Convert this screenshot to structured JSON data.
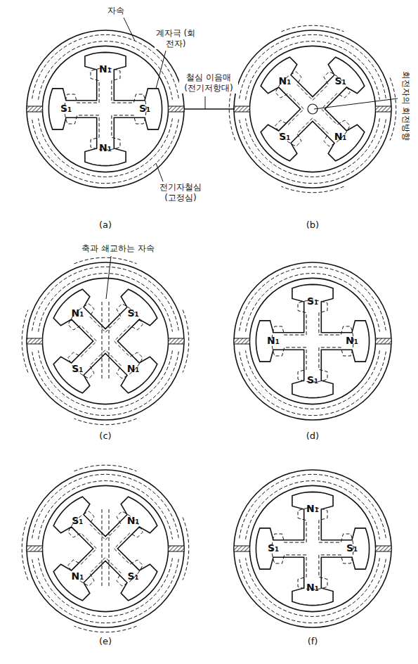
{
  "diagram": {
    "labels": [
      "자속",
      "계자극 (회전자)",
      "철심 이음매 (전기저항대)",
      "전기자철심 (고정심)",
      "회전자의 회전방향",
      "N₁",
      "S₁",
      "S₁",
      "N₁",
      "(a)",
      "N₁",
      "S₁",
      "S₁",
      "N₁",
      "(b)",
      "축과 쇄교하는 자속",
      "N₁",
      "S₁",
      "S₁",
      "N₁",
      "(c)",
      "S₁",
      "N₁",
      "N₁",
      "S₁",
      "(d)",
      "S₁",
      "N₁",
      "N₁",
      "S₁",
      "(e)",
      "N₁",
      "S₁",
      "S₁",
      "N₁",
      "(f)"
    ]
  }
}
